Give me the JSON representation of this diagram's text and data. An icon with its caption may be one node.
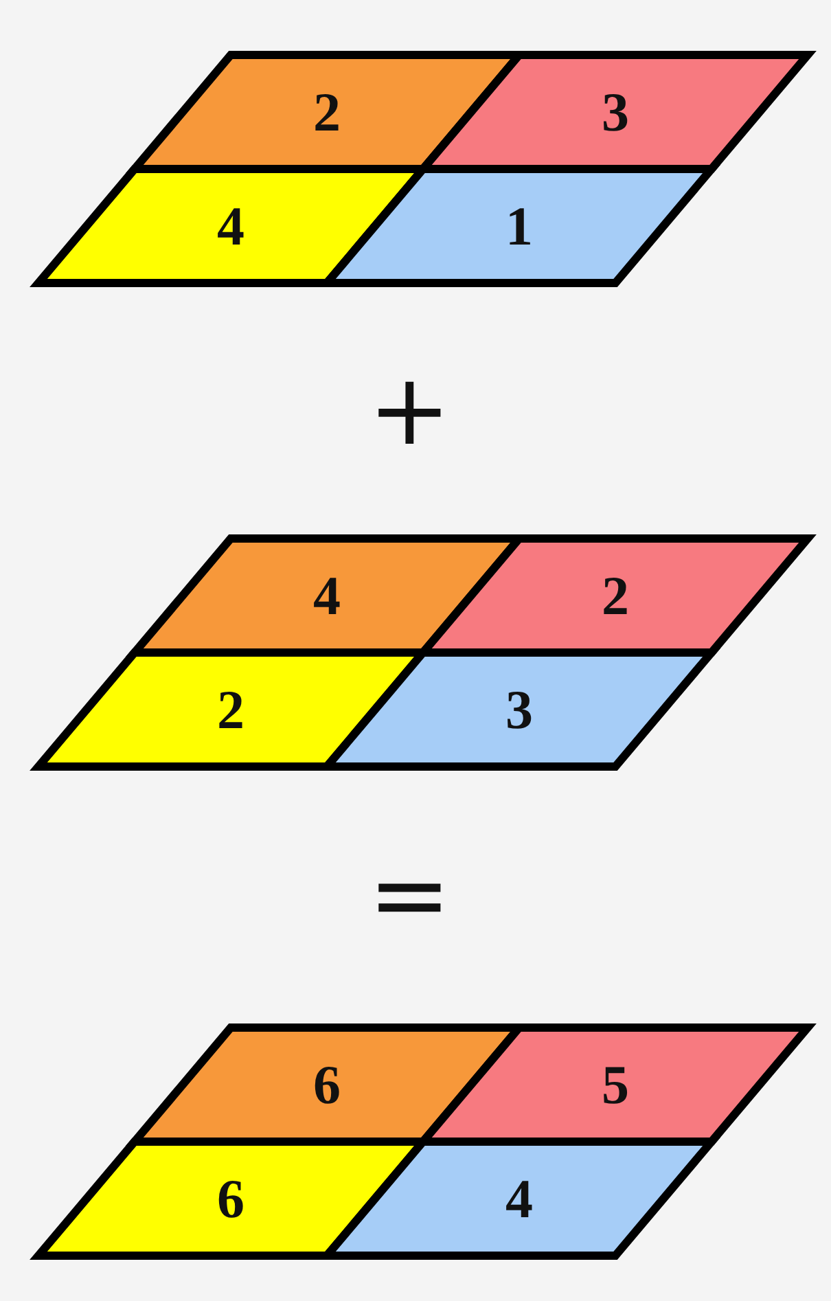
{
  "diagram": {
    "nodes": [
      {
        "text": [
          "2"
        ]
      },
      {
        "text": [
          "3"
        ]
      },
      {
        "text": [
          "4"
        ]
      },
      {
        "text": [
          "1"
        ]
      },
      {
        "text": [
          "4"
        ]
      },
      {
        "text": [
          "2"
        ]
      },
      {
        "text": [
          "2"
        ]
      },
      {
        "text": [
          "3"
        ]
      },
      {
        "text": [
          "6"
        ]
      },
      {
        "text": [
          "5"
        ]
      },
      {
        "text": [
          "6"
        ]
      },
      {
        "text": [
          "4"
        ]
      }
    ],
    "labels": [
      "+",
      "="
    ]
  }
}
